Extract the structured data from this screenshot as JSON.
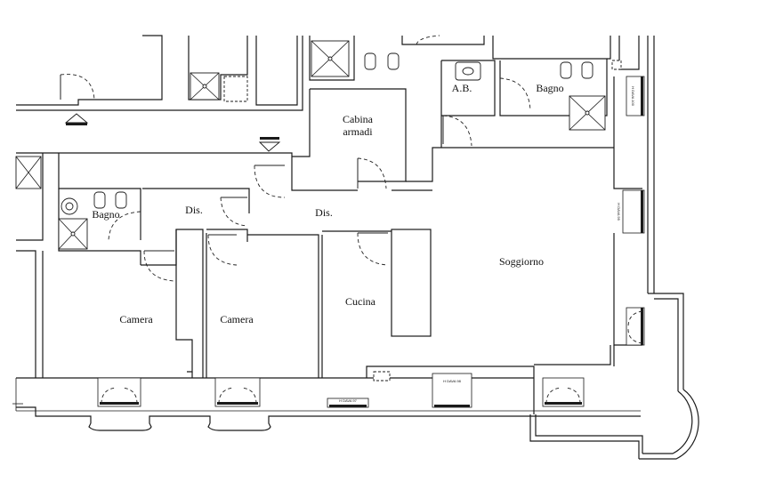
{
  "rooms": {
    "cabina_line1": "Cabina",
    "cabina_line2": "armadi",
    "ab": "A.B.",
    "bagno_right": "Bagno",
    "bagno_left": "Bagno",
    "dis_left": "Dis.",
    "dis_center": "Dis.",
    "soggiorno": "Soggiorno",
    "cucina": "Cucina",
    "camera_left": "Camera",
    "camera_center": "Camera"
  },
  "window_tags": {
    "tag1": "H DAVA 97",
    "tag2": "H DAVA 98",
    "tag3": "H DAVA 99",
    "tag4": "H DAVA 100"
  }
}
